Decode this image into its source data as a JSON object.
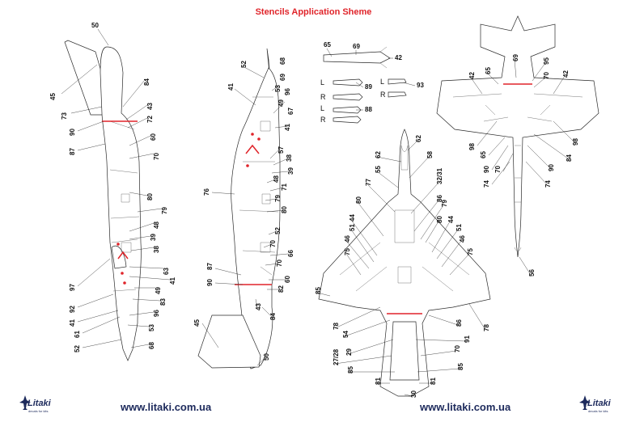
{
  "title": "Stencils  Application Sheme",
  "footer": {
    "url_left": "www.litaki.com.ua",
    "url_right": "www.litaki.com.ua",
    "logo_left": "Litaki",
    "logo_right": "Litaki",
    "logo_tagline": "decals for kits"
  },
  "colors": {
    "title": "#e0242a",
    "url": "#1d2a5c",
    "stripe": "#e0242a"
  },
  "views": {
    "left_side": {
      "callouts": [
        "50",
        "45",
        "73",
        "90",
        "87",
        "84",
        "43",
        "72",
        "60",
        "70",
        "80",
        "79",
        "48",
        "39",
        "38",
        "63",
        "41",
        "97",
        "92",
        "41",
        "61",
        "52",
        "49",
        "83",
        "96",
        "53",
        "68"
      ]
    },
    "center_side": {
      "callouts": [
        "52",
        "68",
        "69",
        "53",
        "96",
        "41",
        "49",
        "67",
        "41",
        "57",
        "38",
        "39",
        "48",
        "71",
        "76",
        "79",
        "80",
        "52",
        "70",
        "66",
        "70",
        "87",
        "90",
        "60",
        "82",
        "43",
        "84",
        "45",
        "50"
      ]
    },
    "weapons": {
      "callouts": [
        "65",
        "69",
        "42",
        "89",
        "93",
        "88"
      ],
      "side_labels": [
        "L",
        "R",
        "L",
        "R",
        "L",
        "R"
      ]
    },
    "bottom": {
      "callouts": [
        "62",
        "58",
        "55",
        "62",
        "77",
        "80",
        "86",
        "32/31",
        "79",
        "44",
        "51",
        "46",
        "75",
        "85",
        "78",
        "54",
        "29",
        "27/28",
        "85",
        "81",
        "30",
        "81",
        "85",
        "91",
        "70",
        "86",
        "78",
        "75",
        "46",
        "51",
        "44",
        "80"
      ]
    },
    "top": {
      "callouts": [
        "69",
        "95",
        "65",
        "42",
        "70",
        "42",
        "98",
        "65",
        "90",
        "74",
        "70",
        "90",
        "84",
        "98",
        "74",
        "56"
      ]
    }
  }
}
